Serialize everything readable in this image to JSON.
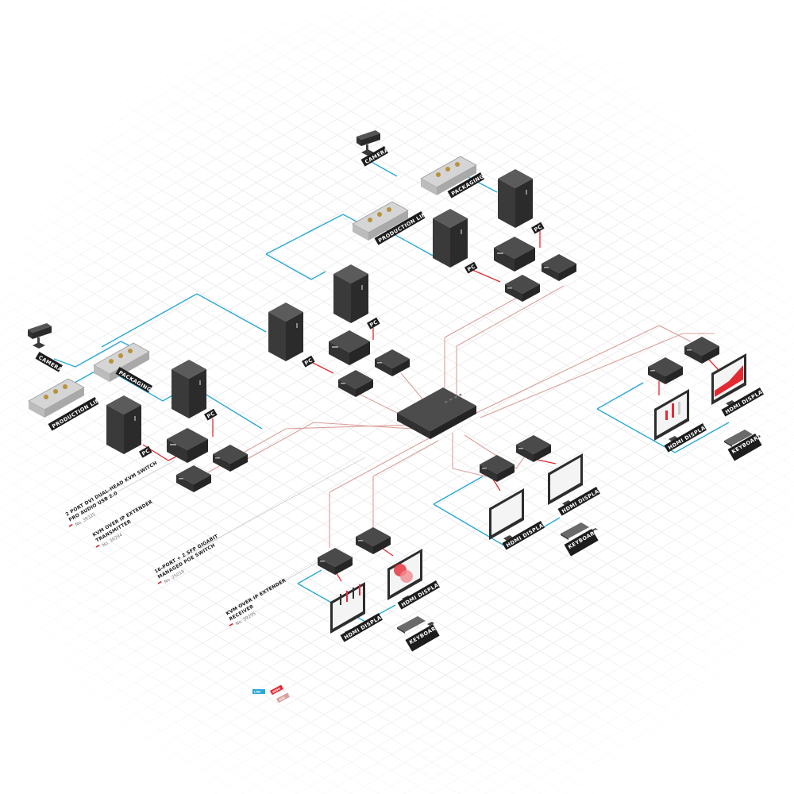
{
  "colors": {
    "background": "#ffffff",
    "grid": "#e6e6e6",
    "lan": "#2aa9d6",
    "hdmi": "#e32a33",
    "usb": "#d9a09b",
    "device_dark": "#3c3c3c",
    "device_top": "#505050",
    "label_bg": "#1d1d1d",
    "accent": "#d31f28"
  },
  "labels": {
    "camera_left": "CAMERA",
    "camera_top": "CAMERA",
    "production_line_left": "PRODUCTION LINE",
    "packaging_left": "PACKAGING",
    "production_line_top": "PRODUCTION LINE",
    "packaging_top": "PACKAGING",
    "pc": "PC",
    "hdmi_display": "HDMI DISPLAY",
    "keyboard_mouse": "KEYBOARD & MOUSE"
  },
  "products": [
    {
      "name_line1": "2 PORT DVI DUAL-HEAD KVM SWITCH",
      "name_line2": "PRO AUDIO USB 2.0",
      "number": "No. 39325"
    },
    {
      "name_line1": "KVM OVER IP EXTENDER",
      "name_line2": "TRANSMITTER",
      "number": "No. 39294"
    },
    {
      "name_line1": "16-PORT + 2 SFP GIGABIT",
      "name_line2": "MANAGED POE SWITCH",
      "number": "No. 25018"
    },
    {
      "name_line1": "KVM OVER IP EXTENDER",
      "name_line2": "RECEIVER",
      "number": "No. 39295"
    }
  ],
  "legend": [
    {
      "label": "LAN",
      "color": "#2aa9d6"
    },
    {
      "label": "HDMI",
      "color": "#e32a33"
    },
    {
      "label": "USB",
      "color": "#d9a09b"
    }
  ]
}
